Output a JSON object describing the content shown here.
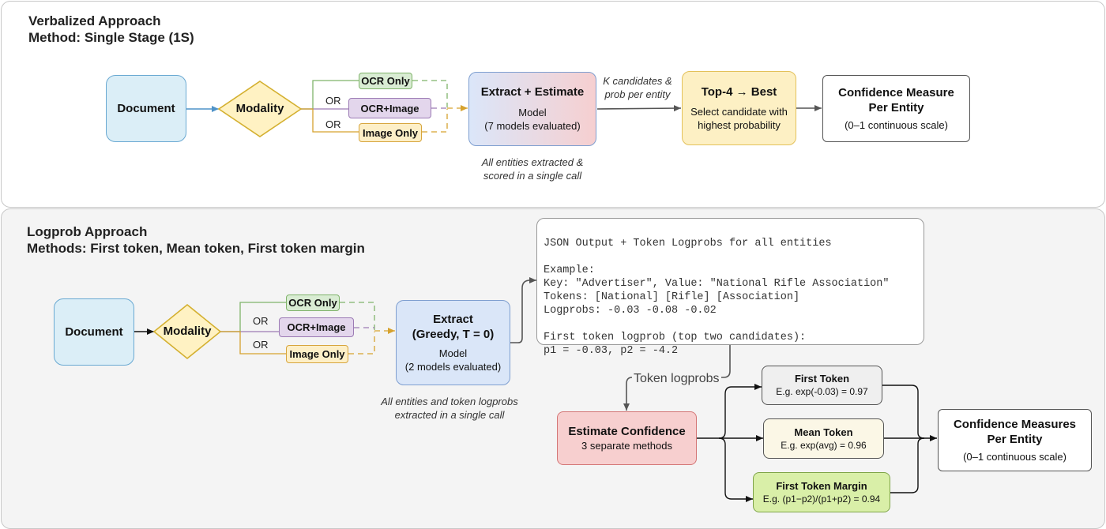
{
  "verbalized": {
    "title": "Verbalized Approach",
    "subtitle": "Method: Single Stage (1S)",
    "document": "Document",
    "modality": "Modality",
    "options": [
      "OCR Only",
      "OCR+Image",
      "Image Only"
    ],
    "or": "OR",
    "extract_title": "Extract + Estimate",
    "extract_model": "Model",
    "extract_models": "(7 models evaluated)",
    "arrow_label_1": "K candidates &",
    "arrow_label_2": "prob per entity",
    "top4_title": "Top-4 → Best",
    "top4_line1": "Select candidate with",
    "top4_line2": "highest probability",
    "conf_title_1": "Confidence Measure",
    "conf_title_2": "Per Entity",
    "conf_scale": "(0–1 continuous scale)",
    "note_1": "All entities extracted &",
    "note_2": "scored in a single call"
  },
  "logprob": {
    "title": "Logprob Approach",
    "subtitle": "Methods: First token, Mean token, First token margin",
    "document": "Document",
    "modality": "Modality",
    "options": [
      "OCR Only",
      "OCR+Image",
      "Image Only"
    ],
    "or": "OR",
    "extract_title_1": "Extract",
    "extract_title_2": "(Greedy, T = 0)",
    "extract_model": "Model",
    "extract_models": "(2 models evaluated)",
    "note_1": "All entities and token logprobs",
    "note_2": "extracted in a single call",
    "json_lines": [
      "JSON Output + Token Logprobs for all entities",
      "",
      "Example:",
      "Key: \"Advertiser\", Value: \"National Rifle Association\"",
      "Tokens: [National] [Rifle] [Association]",
      "Logprobs: -0.03 -0.08 -0.02",
      "",
      "First token logprob (top two candidates):",
      "p1 = -0.03, p2 = -4.2"
    ],
    "token_label": "Token logprobs",
    "estimate_title": "Estimate Confidence",
    "estimate_sub": "3 separate methods",
    "methods": [
      {
        "name": "First Token",
        "example": "E.g. exp(-0.03) = 0.97"
      },
      {
        "name": "Mean Token",
        "example": "E.g. exp(avg) = 0.96"
      },
      {
        "name": "First Token Margin",
        "example": "E.g. (p1−p2)/(p1+p2) = 0.94"
      }
    ],
    "conf_title_1": "Confidence Measures",
    "conf_title_2": "Per Entity",
    "conf_scale": "(0–1 continuous scale)"
  }
}
